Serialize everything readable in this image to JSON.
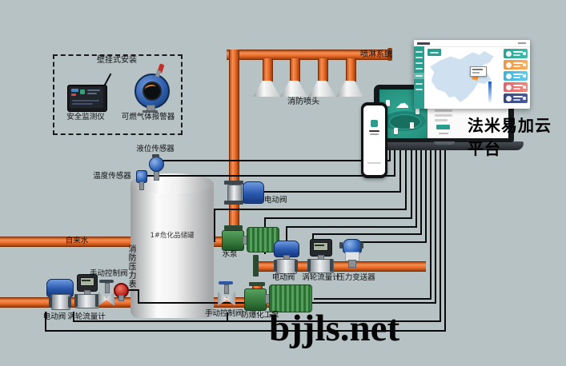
{
  "colors": {
    "background": "#b7c2c4",
    "pipe_orange": "#ed6f2d",
    "wire_black": "#0a0a0a",
    "platform_teal": "#2a9b8b",
    "map_blue": "#cfe1f0",
    "map_highlight_orange": "#f59a3e"
  },
  "wall_mount": {
    "title": "壁挂式安装",
    "monitor_label": "安全监测仪",
    "gas_alarm_label": "可燃气体报警器"
  },
  "sprinkler": {
    "system_label": "喷淋系统",
    "heads_label": "消防喷头",
    "head_count": 4
  },
  "tank": {
    "label": "1#危化品储罐"
  },
  "devices": {
    "level_sensor": "液位传感器",
    "temp_sensor": "温度传感器",
    "electric_valve_top": "电动阀",
    "water_pump": "水泵",
    "tap_water": "自来水",
    "electric_valve_mid": "电动阀",
    "flowmeter_mid": "涡轮流量计",
    "pressure_transmitter": "压力变送器",
    "manual_valve_left": "手动控制阀",
    "fire_pressure_gauge": "消防压力表",
    "electric_valve_bottom": "电动阀",
    "flowmeter_bottom": "涡轮流量计",
    "manual_valve_mid": "手动控制阀",
    "explosion_proof_pump": "防爆化工泵"
  },
  "cloud": {
    "platform_name": "法米易加云平台"
  },
  "dashboard": {
    "cards": [
      {
        "name": "stat-card-teal",
        "style": "top:11px;background:linear-gradient(90deg,#2fa393,#3fbcab);"
      },
      {
        "name": "stat-card-orange",
        "style": "top:25px;background:linear-gradient(90deg,#f0953f,#f7b05c);"
      },
      {
        "name": "stat-card-cyan",
        "style": "top:39px;background:linear-gradient(90deg,#3fb3dc,#66cbea);"
      },
      {
        "name": "stat-card-red",
        "style": "top:53px;background:linear-gradient(90deg,#e4606a,#f08a7a);"
      },
      {
        "name": "stat-card-navy",
        "style": "top:67px;background:linear-gradient(90deg,#36457e,#4a5c9e);"
      }
    ]
  },
  "watermark": {
    "text": "bjjls.net"
  }
}
